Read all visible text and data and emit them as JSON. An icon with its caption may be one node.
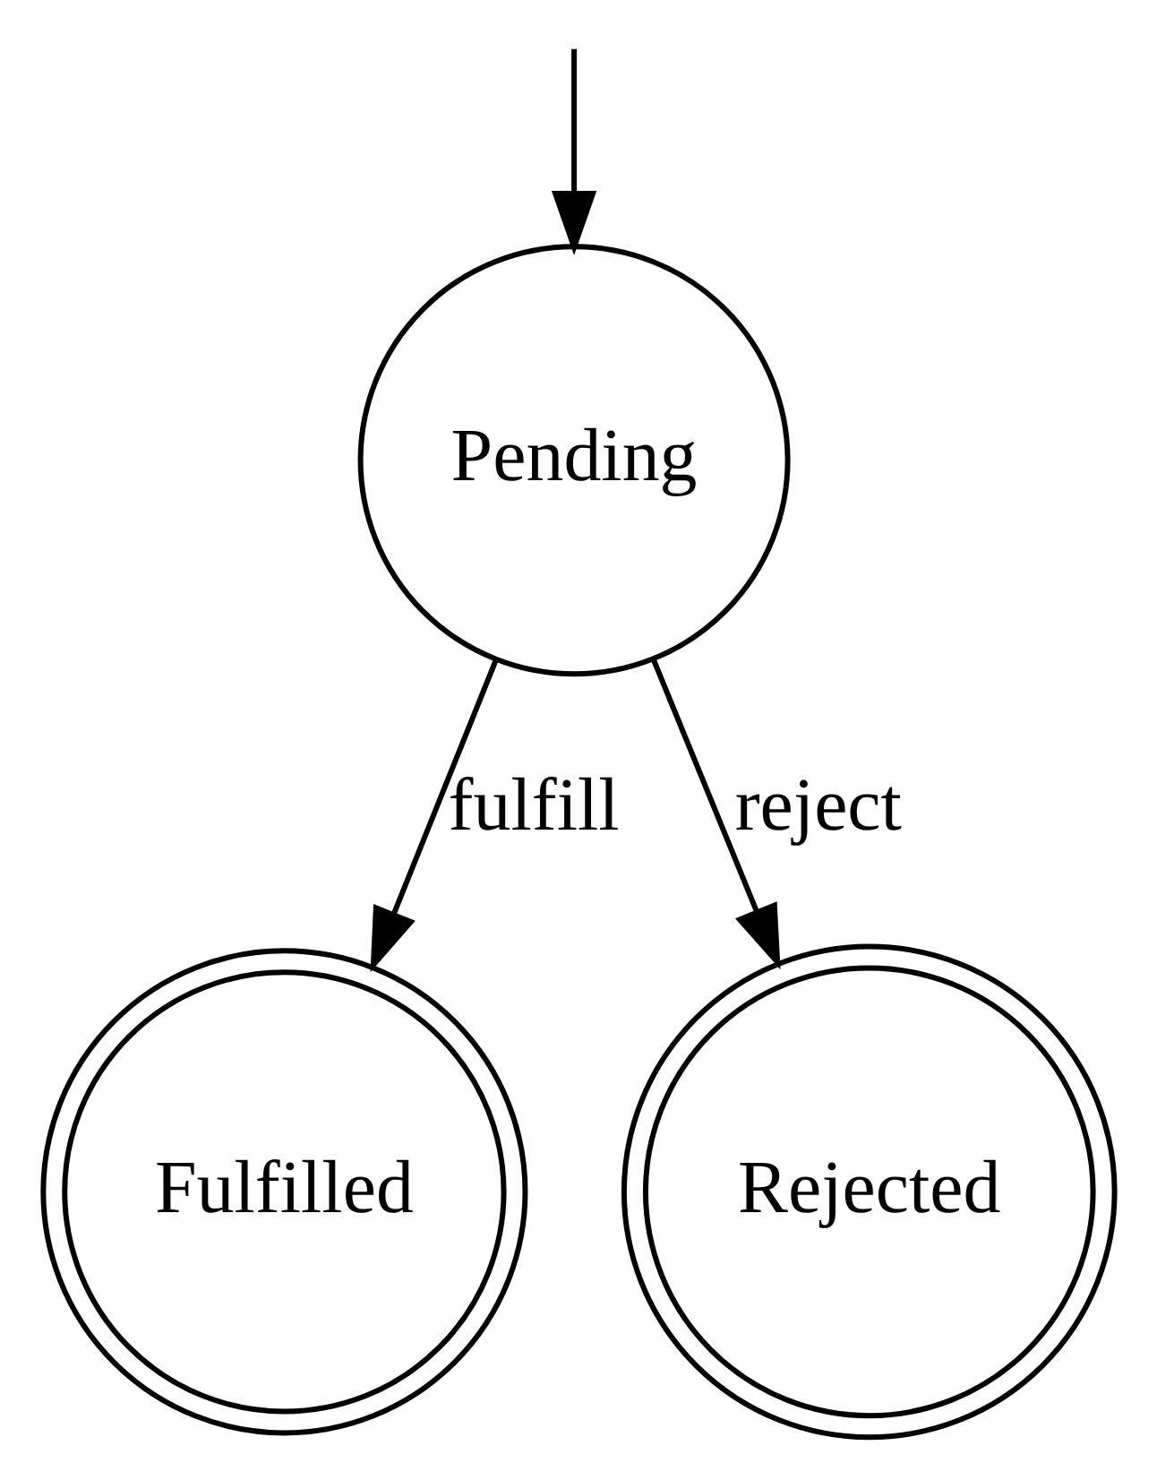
{
  "diagram": {
    "nodes": [
      {
        "text": [
          "Pending"
        ]
      },
      {
        "text": [
          "Fulfilled"
        ]
      },
      {
        "text": [
          "Rejected"
        ]
      }
    ],
    "edges": [
      {
        "from": null,
        "to": 0,
        "arrow": "to"
      },
      {
        "from": 0,
        "to": 1,
        "label": "fulfill",
        "arrow": "to"
      },
      {
        "from": 0,
        "to": 2,
        "label": "reject",
        "arrow": "to"
      }
    ]
  }
}
